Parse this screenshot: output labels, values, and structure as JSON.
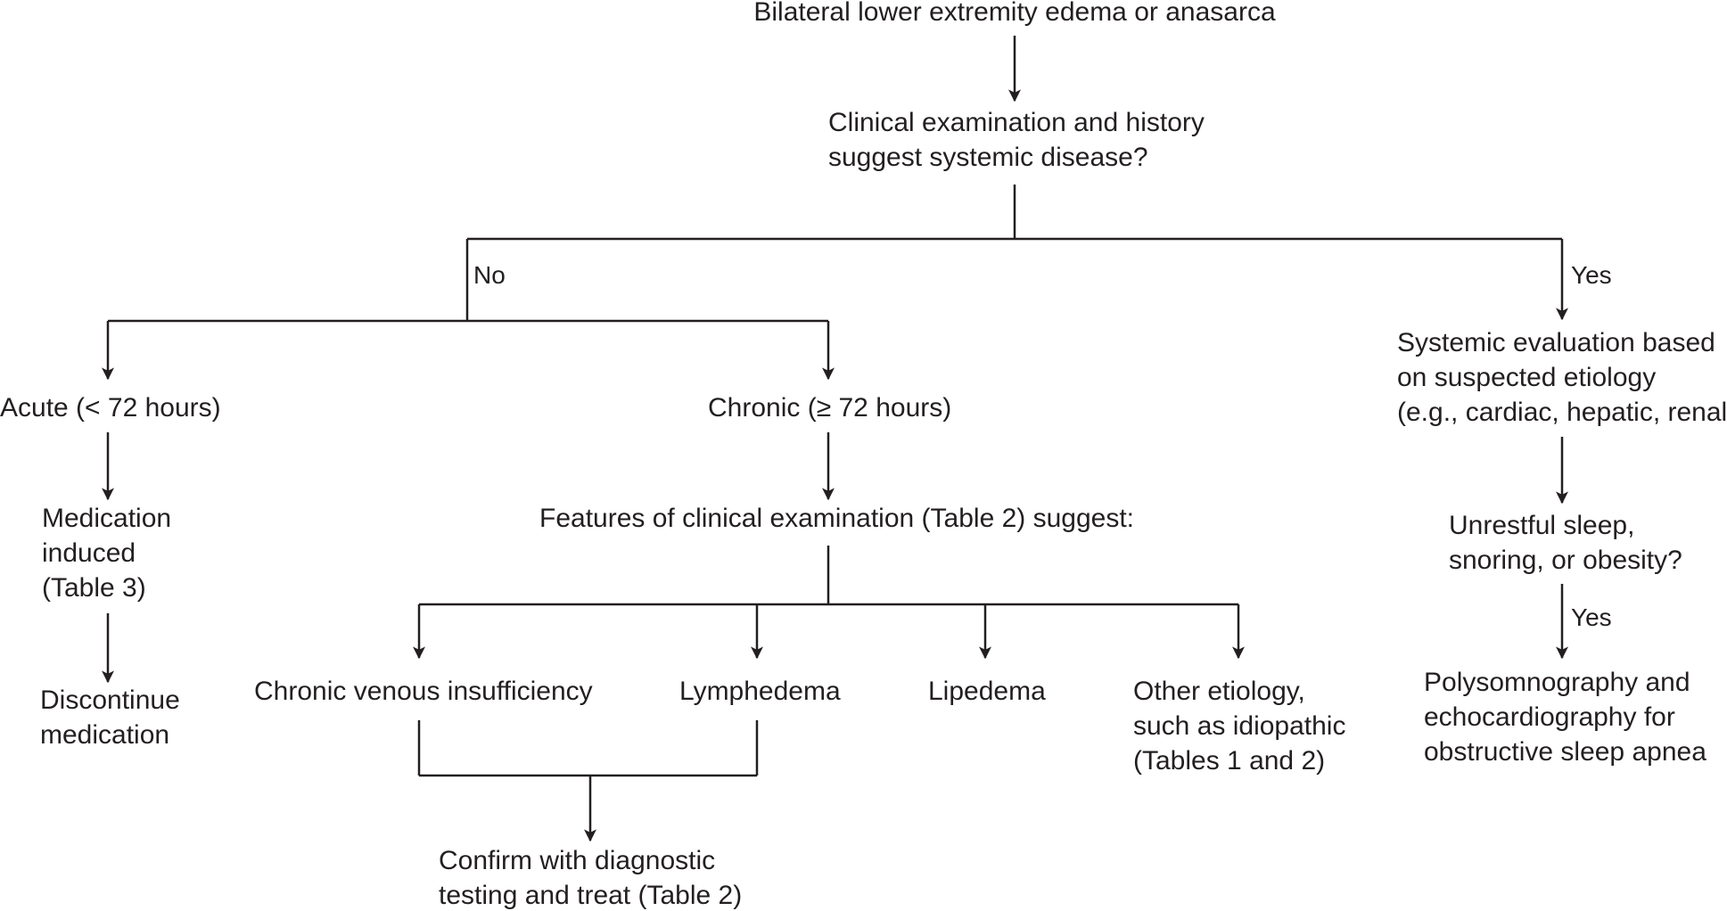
{
  "diagram": {
    "nodes": {
      "start": "Bilateral lower extremity edema or anasarca",
      "systemic_question": "Clinical examination and history\nsuggest systemic disease?",
      "acute": "Acute (< 72 hours)",
      "chronic": "Chronic (≥ 72 hours)",
      "systemic_eval": "Systemic evaluation based\non suspected etiology\n(e.g., cardiac, hepatic, renal)",
      "medication_induced": "Medication\ninduced\n(Table 3)",
      "discontinue": "Discontinue\nmedication",
      "features": "Features of clinical examination (Table 2) suggest:",
      "sleep_question": "Unrestful sleep,\nsnoring, or obesity?",
      "venous": "Chronic venous insufficiency",
      "lymphedema": "Lymphedema",
      "lipedema": "Lipedema",
      "other": "Other etiology,\nsuch as idiopathic\n(Tables 1 and 2)",
      "polysomnography": "Polysomnography and\nechocardiography for\nobstructive sleep apnea",
      "confirm": "Confirm with diagnostic\ntesting and treat (Table 2)"
    },
    "edge_labels": {
      "no": "No",
      "yes_systemic": "Yes",
      "yes_sleep": "Yes"
    },
    "colors": {
      "line": "#231f20",
      "text": "#231f20"
    }
  }
}
